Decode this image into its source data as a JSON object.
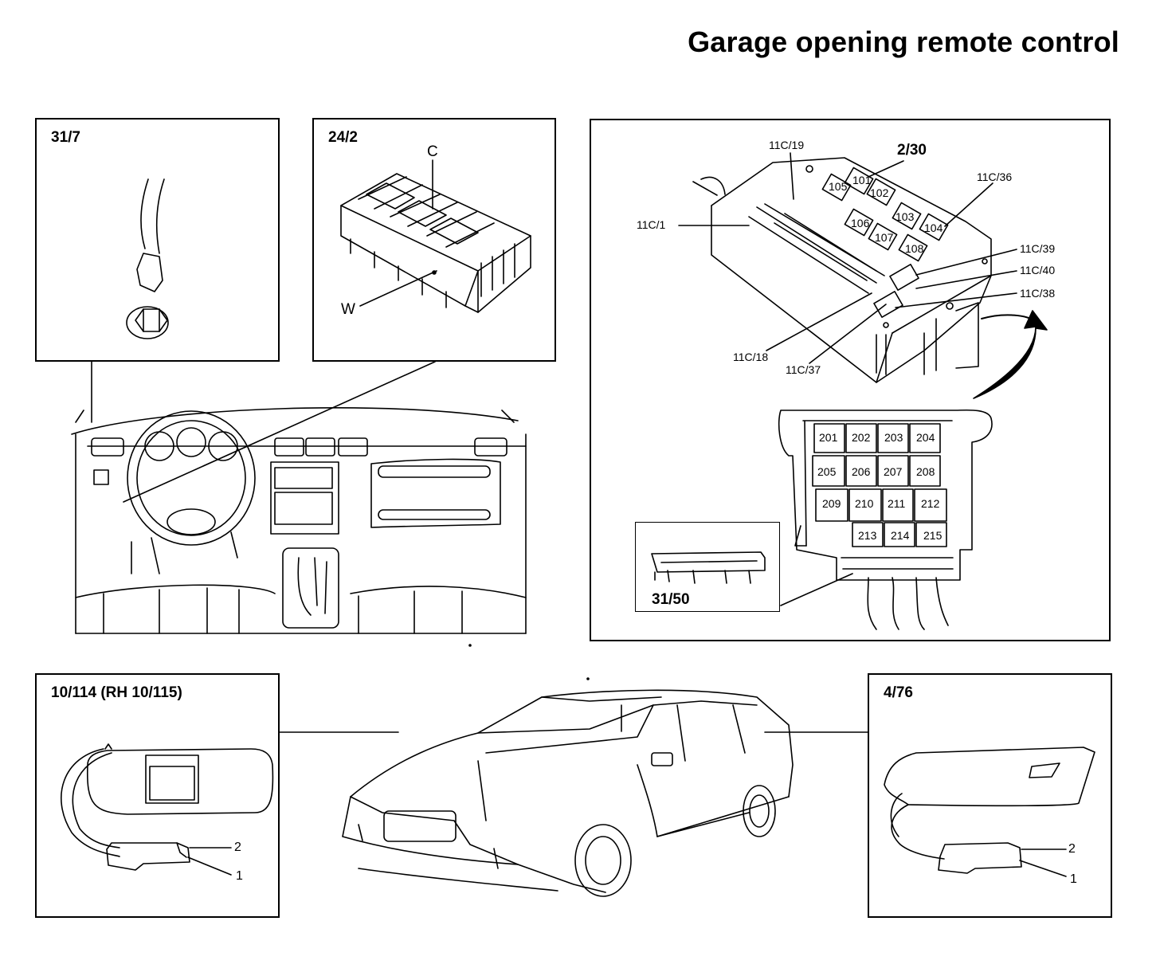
{
  "title": "Garage opening remote control",
  "panels": {
    "p31_7": {
      "id": "31/7"
    },
    "p24_2": {
      "id": "24/2",
      "c": "C",
      "w": "W"
    },
    "relay": {
      "id": "2/30",
      "labels": {
        "c19": "11C/19",
        "c36": "11C/36",
        "c1": "11C/1",
        "c39": "11C/39",
        "c40": "11C/40",
        "c38": "11C/38",
        "c18": "11C/18",
        "c37": "11C/37"
      },
      "relays": [
        "101",
        "102",
        "103",
        "104",
        "105",
        "106",
        "107",
        "108"
      ],
      "fuses": [
        "201",
        "202",
        "203",
        "204",
        "205",
        "206",
        "207",
        "208",
        "209",
        "210",
        "211",
        "212",
        "213",
        "214",
        "215"
      ],
      "inset": "31/50"
    },
    "visor": {
      "id": "10/114 (RH 10/115)",
      "pin2": "2",
      "pin1": "1"
    },
    "p4_76": {
      "id": "4/76",
      "pin2": "2",
      "pin1": "1"
    }
  }
}
